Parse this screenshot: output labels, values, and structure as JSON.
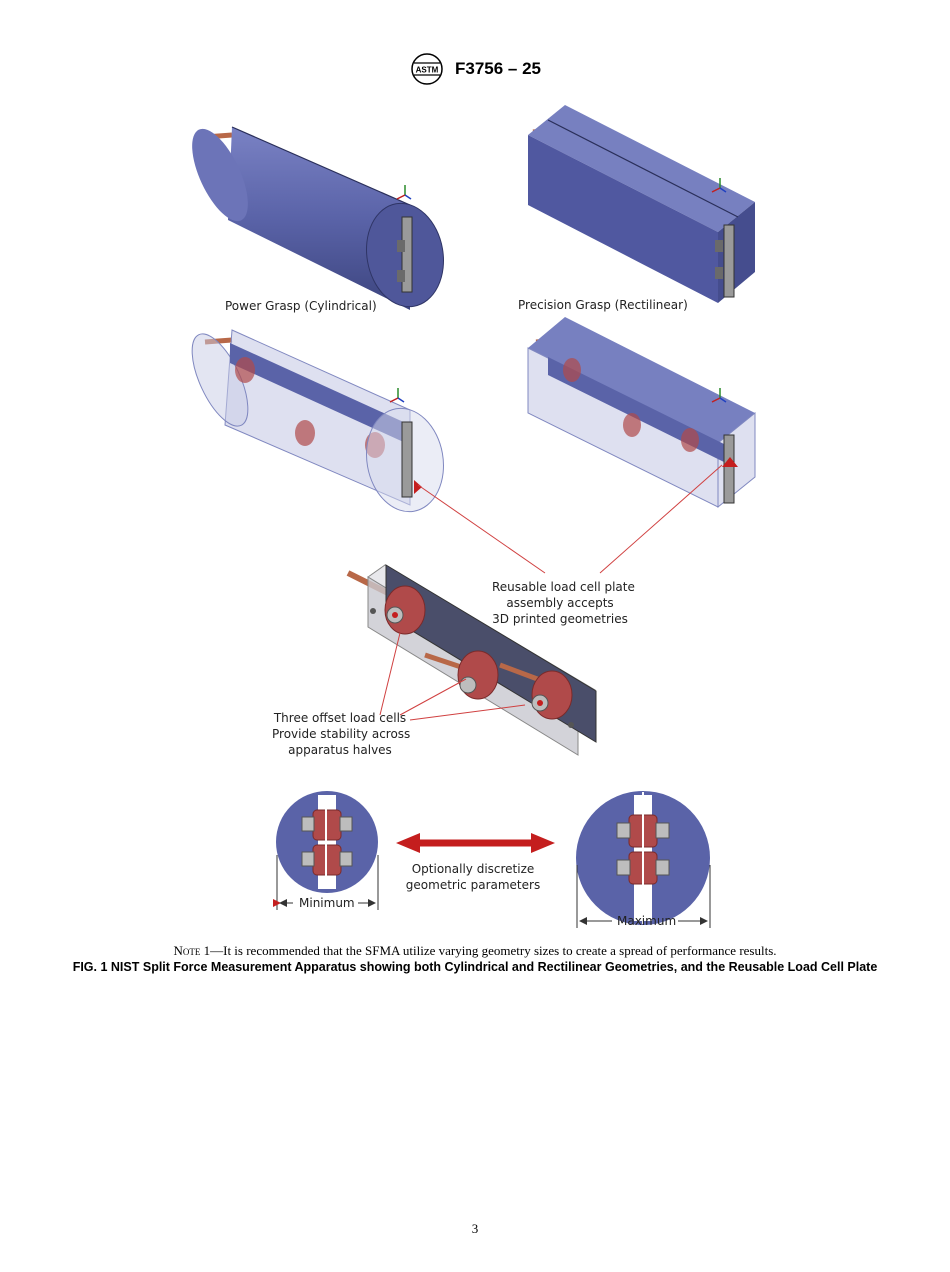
{
  "header": {
    "logo_text": "ASTM",
    "doc_id": "F3756 – 25"
  },
  "figure": {
    "label_power": "Power Grasp (Cylindrical)",
    "label_precision": "Precision Grasp (Rectilinear)",
    "label_reusable_1": "Reusable load cell plate",
    "label_reusable_2": "assembly accepts",
    "label_reusable_3": "3D printed geometries",
    "label_three_1": "Three offset load cells",
    "label_three_2": "Provide stability across",
    "label_three_3": "apparatus halves",
    "label_optional_1": "Optionally discretize",
    "label_optional_2": "geometric parameters",
    "label_minimum": "Minimum",
    "label_maximum": "Maximum"
  },
  "note": {
    "prefix": "Note 1",
    "text": "—It is recommended that the SFMA utilize varying geometry sizes to create a spread of performance results."
  },
  "caption": "FIG. 1 NIST Split Force Measurement Apparatus showing both Cylindrical and Rectilinear Geometries, and the Reusable Load Cell Plate",
  "page_number": "3",
  "colors": {
    "body_blue": "#5a63a8",
    "load_cell_red": "#b04a4a",
    "arrow_red": "#c41e1e"
  }
}
